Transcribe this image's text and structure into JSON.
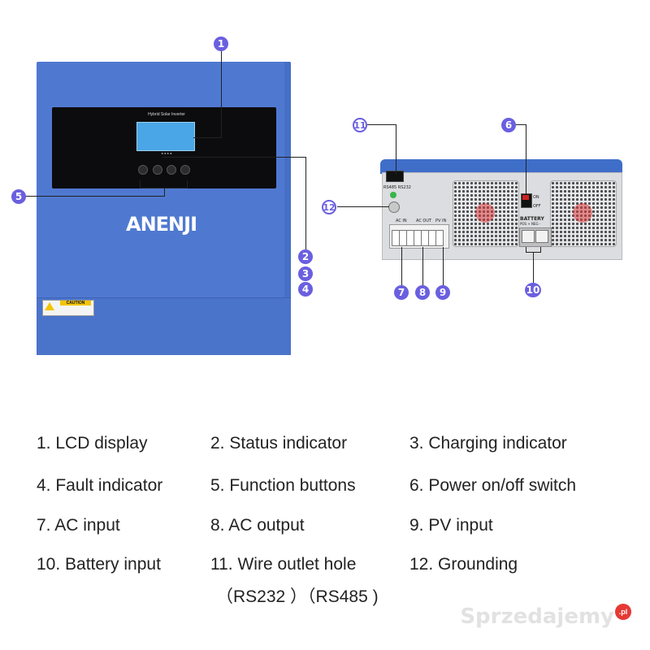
{
  "front": {
    "logo": "ANENJI",
    "lcd_title": "Hybrid Solar Inverter",
    "caution": "CAUTION"
  },
  "rear": {
    "ports_label": "RS485 RS232",
    "ac_in": "AC IN",
    "ac_out": "AC OUT",
    "pv_in": "PV IN",
    "battery": "BATTERY",
    "battery_terms": "POS + NEG -",
    "switch_on": "ON",
    "switch_off": "OFF"
  },
  "callouts": [
    "1",
    "2",
    "3",
    "4",
    "5",
    "6",
    "7",
    "8",
    "9",
    "10",
    "11",
    "12"
  ],
  "legend": [
    "1. LCD display",
    "2. Status indicator",
    "3. Charging indicator",
    "4. Fault indicator",
    "5. Function buttons",
    "6. Power on/off switch",
    "7. AC input",
    "8. AC output",
    "9. PV input",
    "10. Battery input",
    "11. Wire outlet hole",
    "12. Grounding"
  ],
  "legend_extra": "（RS232 ）（RS485 )",
  "watermark": "Sprzedajemy",
  "watermark_badge": ".pl",
  "colors": {
    "callout": "#6a5fe0",
    "unit_blue": "#4f79d1"
  }
}
